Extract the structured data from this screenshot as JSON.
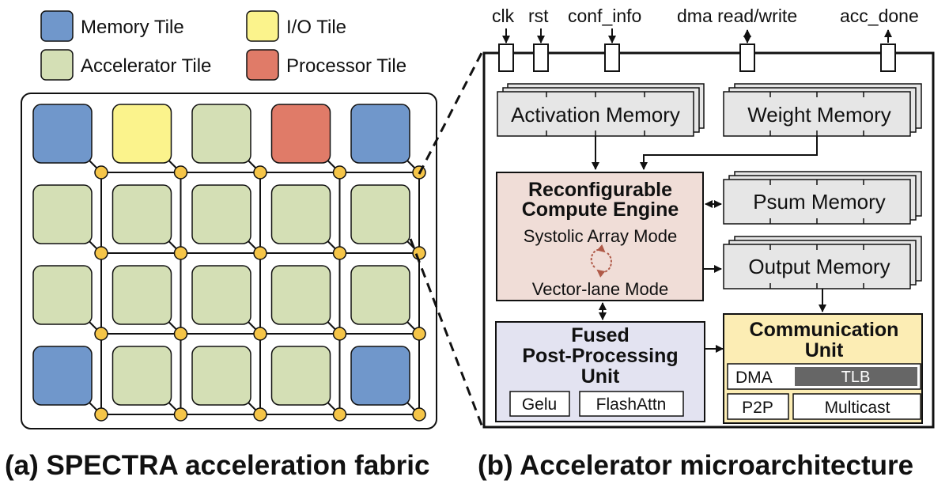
{
  "legend": {
    "memory_tile": "Memory Tile",
    "io_tile": "I/O Tile",
    "accelerator_tile": "Accelerator Tile",
    "processor_tile": "Processor Tile"
  },
  "colors": {
    "memory": "#7097cb",
    "io": "#fbf38c",
    "accelerator": "#d4dfb5",
    "processor": "#e07b68",
    "router": "#f5c548",
    "compute_engine": "#f0ddd7",
    "post_processing": "#e3e3f1",
    "communication": "#fcedb4",
    "memory_block": "#e6e6e6",
    "tlb": "#666666"
  },
  "fabric": {
    "rows": [
      [
        "memory",
        "io",
        "accelerator",
        "processor",
        "memory"
      ],
      [
        "accelerator",
        "accelerator",
        "accelerator",
        "accelerator",
        "accelerator"
      ],
      [
        "accelerator",
        "accelerator",
        "accelerator",
        "accelerator",
        "accelerator"
      ],
      [
        "memory",
        "accelerator",
        "accelerator",
        "accelerator",
        "memory"
      ]
    ]
  },
  "signals": {
    "clk": "clk",
    "rst": "rst",
    "conf_info": "conf_info",
    "dma": "dma read/write",
    "acc_done": "acc_done"
  },
  "blocks": {
    "activation_memory": "Activation Memory",
    "weight_memory": "Weight Memory",
    "psum_memory": "Psum Memory",
    "output_memory": "Output Memory",
    "compute_engine_line1": "Reconfigurable",
    "compute_engine_line2": "Compute Engine",
    "systolic_mode": "Systolic Array Mode",
    "vector_mode": "Vector-lane Mode",
    "post_line1": "Fused",
    "post_line2": "Post-Processing",
    "post_line3": "Unit",
    "gelu": "Gelu",
    "flashattn": "FlashAttn",
    "comm_line1": "Communication",
    "comm_line2": "Unit",
    "dma": "DMA",
    "tlb": "TLB",
    "p2p": "P2P",
    "multicast": "Multicast"
  },
  "captions": {
    "a": "(a) SPECTRA acceleration fabric",
    "b": "(b) Accelerator microarchitecture"
  }
}
